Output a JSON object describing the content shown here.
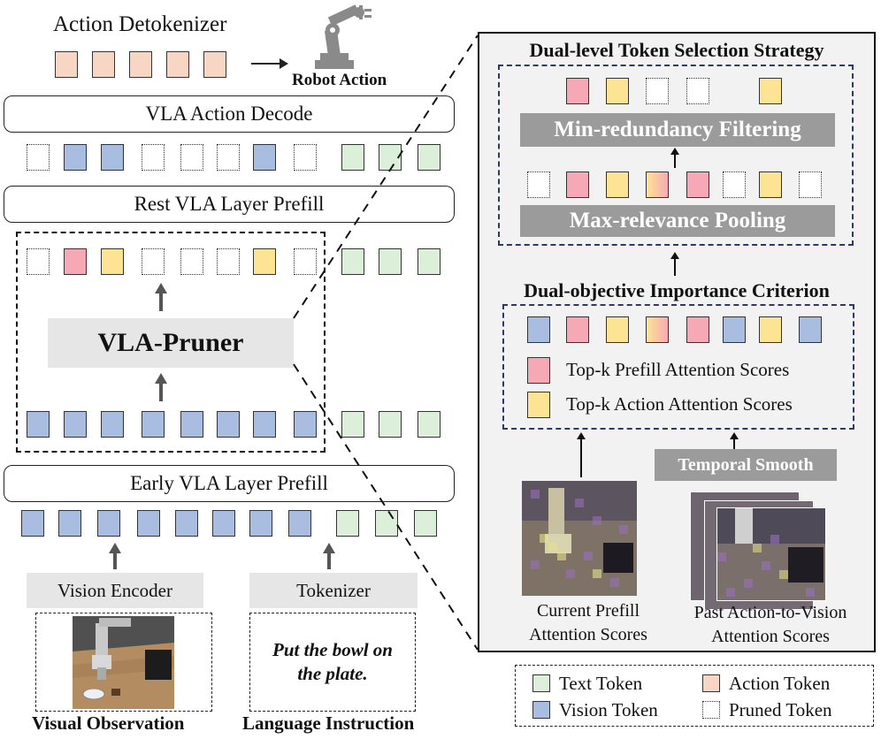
{
  "top": {
    "action_detokenizer": "Action Detokenizer",
    "robot_action": "Robot Action"
  },
  "layers": {
    "action_decode": "VLA Action Decode",
    "rest_prefill": "Rest VLA Layer Prefill",
    "early_prefill": "Early VLA Layer Prefill"
  },
  "pruner": {
    "title": "VLA-Pruner"
  },
  "inputs": {
    "vision_encoder": "Vision Encoder",
    "tokenizer": "Tokenizer",
    "instruction_text": "Put the bowl on the plate.",
    "visual_observation": "Visual Observation",
    "language_instruction": "Language Instruction"
  },
  "strategy": {
    "title": "Dual-level Token Selection Strategy",
    "min_redundancy": "Min-redundancy Filtering",
    "max_relevance": "Max-relevance Pooling",
    "criterion_title": "Dual-objective Importance Criterion",
    "prefill_scores_legend": "Top-k Prefill Attention Scores",
    "action_scores_legend": "Top-k Action Attention Scores",
    "temporal_smooth": "Temporal Smooth",
    "current_prefill": "Current Prefill Attention Scores",
    "past_action_vision": "Past Action-to-Vision Attention Scores"
  },
  "legend": {
    "text_token": "Text Token",
    "vision_token": "Vision Token",
    "action_token": "Action Token",
    "pruned_token": "Pruned Token"
  },
  "colors": {
    "text_token": "#dcefd8",
    "vision_token": "#a9bde0",
    "action_token": "#f7d7c4",
    "prefill_top_k": "#f6a9b4",
    "action_top_k": "#fde494",
    "panel_bg": "#f2f2f2",
    "inner_dash": "#2b3a67",
    "bar_gray": "#9b9b9b"
  }
}
